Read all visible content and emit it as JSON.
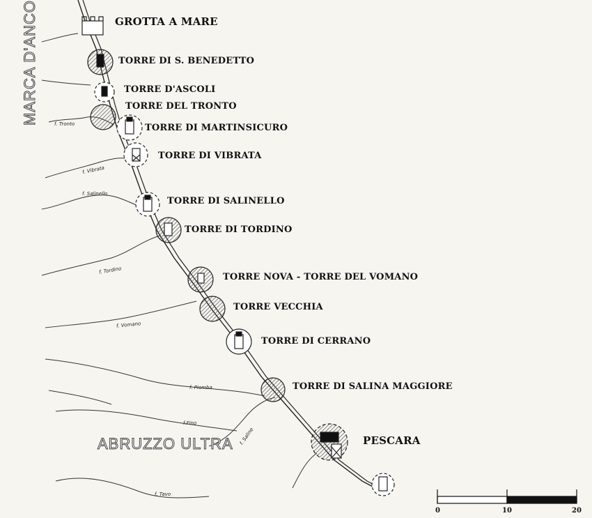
{
  "regions": {
    "north": "MARCA D'ANCONA",
    "south": "ABRUZZO ULTRA"
  },
  "places": [
    {
      "id": "grotta",
      "label": "GROTTA A MARE"
    },
    {
      "id": "benedetto",
      "label": "TORRE DI S. BENEDETTO"
    },
    {
      "id": "ascoli",
      "label": "TORRE D'ASCOLI"
    },
    {
      "id": "tronto",
      "label": "TORRE DEL TRONTO"
    },
    {
      "id": "martinsicuro",
      "label": "TORRE DI MARTINSICURO"
    },
    {
      "id": "vibrata",
      "label": "TORRE DI VIBRATA"
    },
    {
      "id": "salinello",
      "label": "TORRE DI SALINELLO"
    },
    {
      "id": "tordino",
      "label": "TORRE DI TORDINO"
    },
    {
      "id": "vomano",
      "label": "TORRE NOVA - TORRE DEL VOMANO"
    },
    {
      "id": "vecchia",
      "label": "TORRE VECCHIA"
    },
    {
      "id": "cerrano",
      "label": "TORRE DI CERRANO"
    },
    {
      "id": "salina",
      "label": "TORRE DI SALINA MAGGIORE"
    },
    {
      "id": "pescara",
      "label": "PESCARA"
    }
  ],
  "rivers": [
    {
      "id": "tronto",
      "label": "f. Tronto"
    },
    {
      "id": "vibrata",
      "label": "f. Vibrata"
    },
    {
      "id": "salinello",
      "label": "f. Salinello"
    },
    {
      "id": "tordino",
      "label": "f. Tordino"
    },
    {
      "id": "vomano",
      "label": "f. Vomano"
    },
    {
      "id": "piomba",
      "label": "f. Piomba"
    },
    {
      "id": "fino",
      "label": "f.Fino"
    },
    {
      "id": "saline",
      "label": "f. Saline"
    },
    {
      "id": "tavo",
      "label": "f. Tavo"
    }
  ],
  "scale_bar": {
    "ticks": [
      "0",
      "10",
      "20"
    ]
  }
}
